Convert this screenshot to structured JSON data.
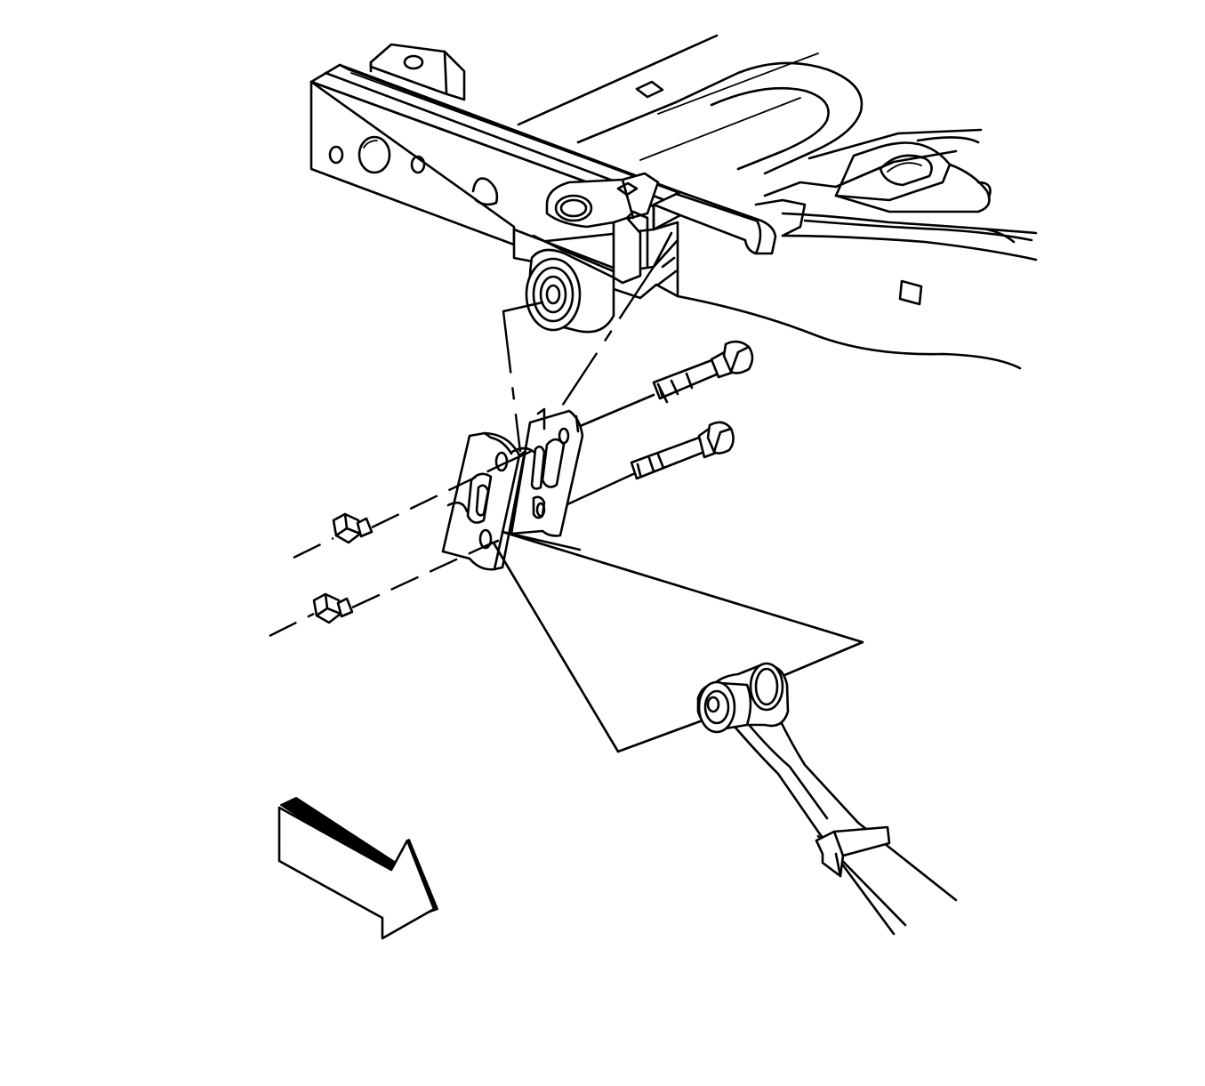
{
  "diagram": {
    "components": [
      {
        "id": "frame-crossmember",
        "icon": "frame-rail-icon"
      },
      {
        "id": "frame-bushing",
        "icon": "bushing-icon"
      },
      {
        "id": "upper-bolt",
        "icon": "bolt-icon"
      },
      {
        "id": "lower-bolt",
        "icon": "bolt-icon"
      },
      {
        "id": "shackle-bracket",
        "icon": "bracket-icon"
      },
      {
        "id": "upper-nut",
        "icon": "hex-nut-icon"
      },
      {
        "id": "lower-nut",
        "icon": "hex-nut-icon"
      },
      {
        "id": "leaf-spring-eye",
        "icon": "spring-eye-icon"
      },
      {
        "id": "view-direction-arrow",
        "icon": "arrow-icon"
      }
    ],
    "line_color": "#000000",
    "background": "#ffffff"
  }
}
